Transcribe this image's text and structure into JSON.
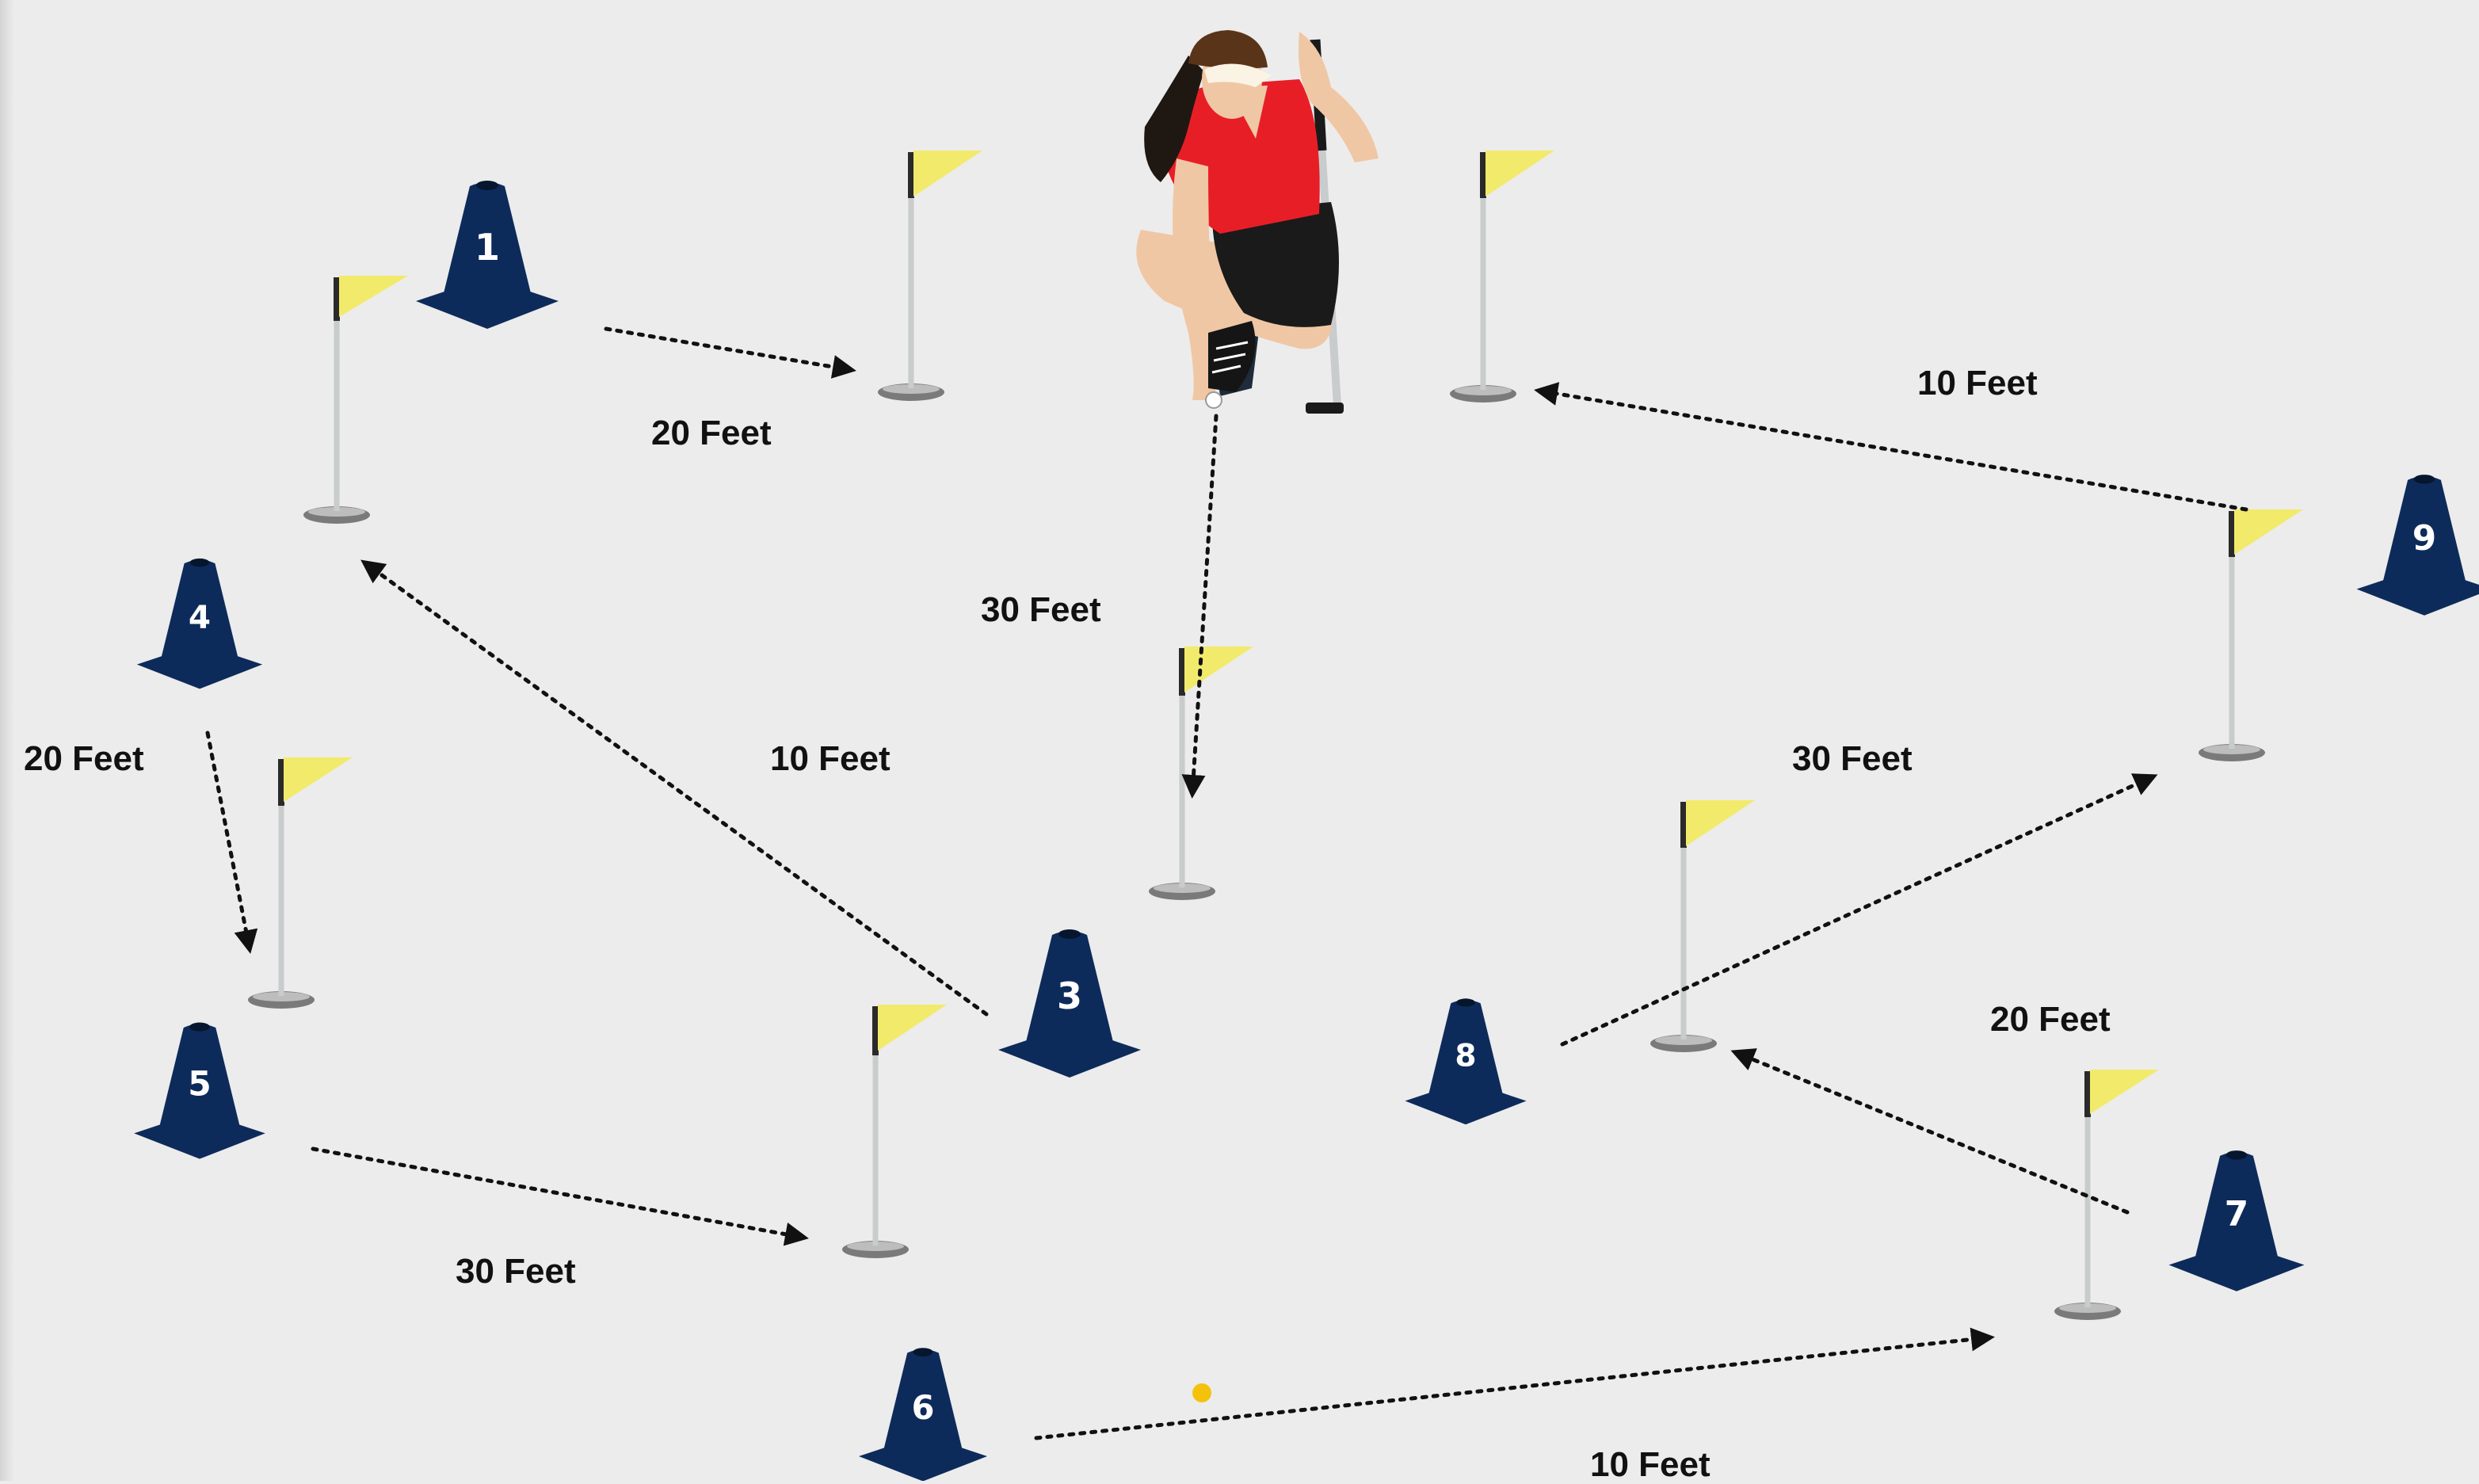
{
  "colors": {
    "background": "#ececec",
    "cone": "#0d2b5a",
    "flag": "#f2ea6a",
    "pole": "#c9cccc",
    "hole": "#7a7a7a",
    "arrow": "#111111",
    "shirt": "#e81e26",
    "ball": "#f4c20d"
  },
  "cones": [
    {
      "number": "1"
    },
    {
      "number": "3"
    },
    {
      "number": "4"
    },
    {
      "number": "5"
    },
    {
      "number": "6"
    },
    {
      "number": "7"
    },
    {
      "number": "8"
    },
    {
      "number": "9"
    }
  ],
  "distance_labels": [
    {
      "text": "20 Feet"
    },
    {
      "text": "30 Feet"
    },
    {
      "text": "10 Feet"
    },
    {
      "text": "20 Feet"
    },
    {
      "text": "10 Feet"
    },
    {
      "text": "30 Feet"
    },
    {
      "text": "20 Feet"
    },
    {
      "text": "30 Feet"
    },
    {
      "text": "10 Feet"
    }
  ],
  "icons": [
    "traffic-cone-icon",
    "golf-flag-icon",
    "golf-hole-icon",
    "golfer-illustration",
    "golf-ball-icon",
    "dotted-arrow"
  ]
}
